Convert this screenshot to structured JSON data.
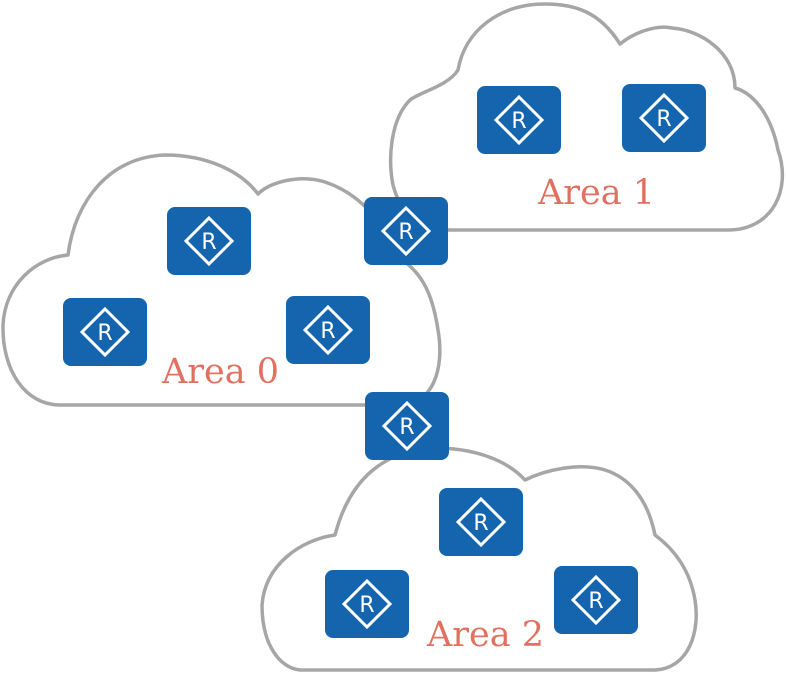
{
  "colors": {
    "area_label": "#e07060",
    "router_fill": "#1565ae",
    "router_symbol": "#ffffff",
    "cloud_stroke": "#a6a6a6",
    "cloud_fill": "#ffffff"
  },
  "router_icon": "router-icon",
  "router_letter": "R",
  "areas": [
    {
      "label": "Area 0"
    },
    {
      "label": "Area 1"
    },
    {
      "label": "Area 2"
    }
  ]
}
